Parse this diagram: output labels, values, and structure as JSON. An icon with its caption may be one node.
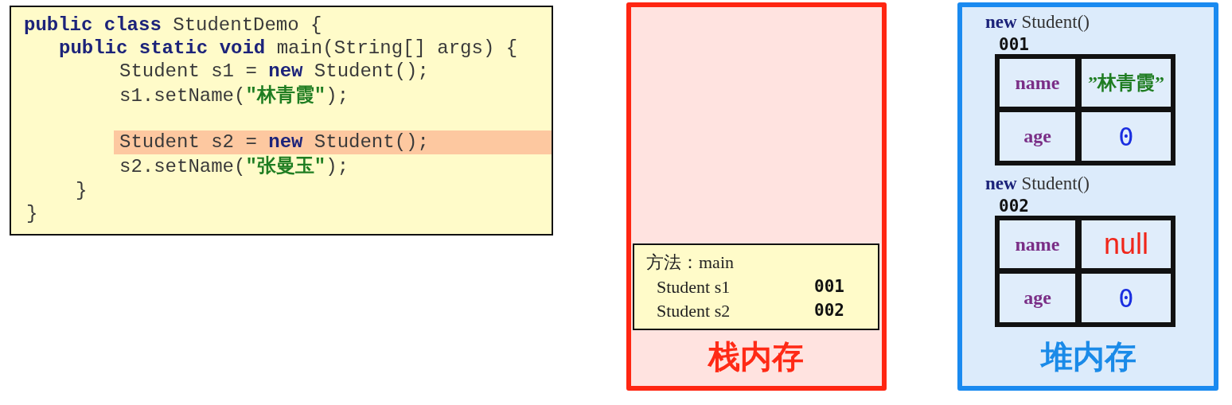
{
  "diagram": {
    "nodes": [
      {
        "text": [
          "**public class** StudentDemo {",
          "**public static void** main(String[] args) {",
          "Student s1 = **new** Student();",
          "s1.setName(**\"林青霞\"**);",
          "s2.setName(**\"张曼玉\"**);",
          "}",
          "}"
        ]
      },
      {
        "text": [
          "Student s2 = **new** Student();"
        ],
        "in": 0
      },
      {
        "text": [
          "栈内存"
        ]
      },
      {
        "text": [
          "方法：main",
          "Student s1",
          "001",
          "Student s2",
          "002"
        ],
        "in": 2
      },
      {
        "text": [
          "堆内存"
        ]
      },
      {
        "text": [
          "**new** Student()",
          "001"
        ],
        "in": 4
      },
      {
        "text": [
          "name"
        ],
        "in": 5
      },
      {
        "text": [
          "”林青霞”"
        ],
        "in": 5
      },
      {
        "text": [
          "age"
        ],
        "in": 5
      },
      {
        "text": [
          "0"
        ],
        "in": 5
      },
      {
        "text": [
          "**new** Student()",
          "002"
        ],
        "in": 4
      },
      {
        "text": [
          "name"
        ],
        "in": 10
      },
      {
        "text": [
          "null"
        ],
        "in": 10
      },
      {
        "text": [
          "age"
        ],
        "in": 10
      },
      {
        "text": [
          "0"
        ],
        "in": 10
      }
    ]
  }
}
